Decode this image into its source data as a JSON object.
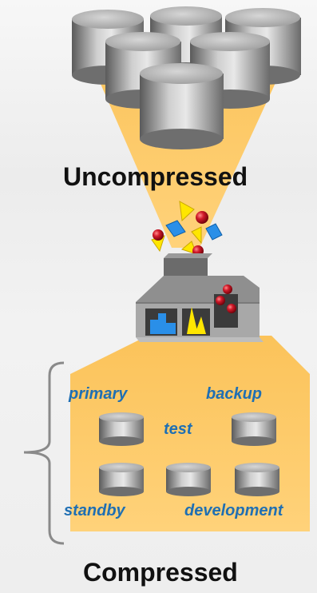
{
  "diagram": {
    "title_top": "Uncompressed",
    "title_bottom": "Compressed",
    "environments": {
      "primary": "primary",
      "backup": "backup",
      "test": "test",
      "standby": "standby",
      "development": "development"
    },
    "colors": {
      "funnel": "#ffcc66",
      "label_blue": "#1f6fb3",
      "cylinder_gray": "#8a8a8a",
      "red_sphere": "#cc1122",
      "yellow_pyramid": "#ffe600",
      "blue_cube": "#2a8fe8"
    }
  }
}
